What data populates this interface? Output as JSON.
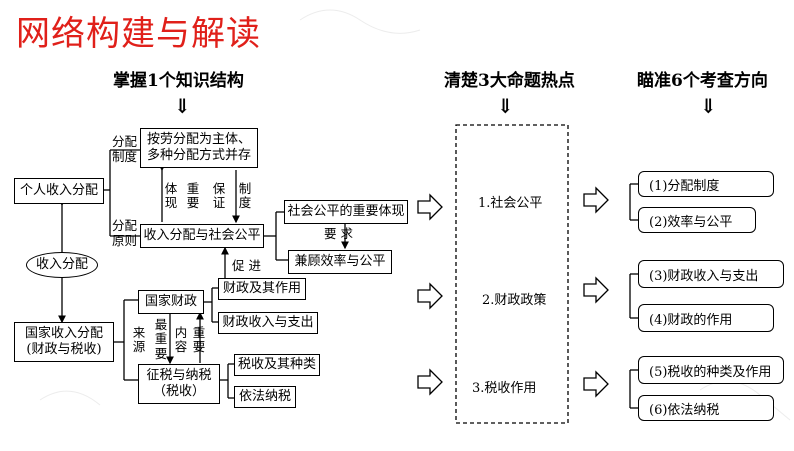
{
  "title": "网络构建与解读",
  "headers": {
    "col1": "掌握1个知识结构",
    "col2": "清楚3大命题热点",
    "col3": "瞄准6个考查方向",
    "down_arrow": "⇓"
  },
  "structure": {
    "personal": "个人收入分配",
    "income_dist": "收入分配",
    "national": "国家收入分配\n(财政与税收)",
    "distribution_system": "按劳分配为主体、\n多种分配方式并存",
    "dist_fairness": "收入分配与社会公平",
    "fairness_embody": "社会公平的重要体现",
    "efficiency_fairness": "兼顾效率与公平",
    "finance": "国家财政",
    "finance_role": "财政及其作用",
    "revenue_expend": "财政收入与支出",
    "tax_levy": "征税与纳税\n（税收）",
    "tax_types": "税收及其种类",
    "tax_law": "依法纳税",
    "label_fenpei_zhidu": "分配\n制度",
    "label_fenpei_yuanze": "分配\n原则",
    "label_tixian": "体\n现",
    "label_zhongyao": "重\n要",
    "label_baozheng": "保\n证",
    "label_zhidu": "制\n度",
    "label_yaoqiu": "要 求",
    "label_cujin": "促 进",
    "label_laiyuan": "来\n源",
    "label_zui_zhongyao": "最\n重\n要",
    "label_neirong": "内\n容",
    "label_zhongyao2": "重\n要"
  },
  "hotspots": [
    "1.社会公平",
    "2.财政政策",
    "3.税收作用"
  ],
  "directions": [
    "(1)分配制度",
    "(2)效率与公平",
    "(3)财政收入与支出",
    "(4)财政的作用",
    "(5)税收的种类及作用",
    "(6)依法纳税"
  ],
  "colors": {
    "title": "#e0201a",
    "line": "#000000"
  }
}
